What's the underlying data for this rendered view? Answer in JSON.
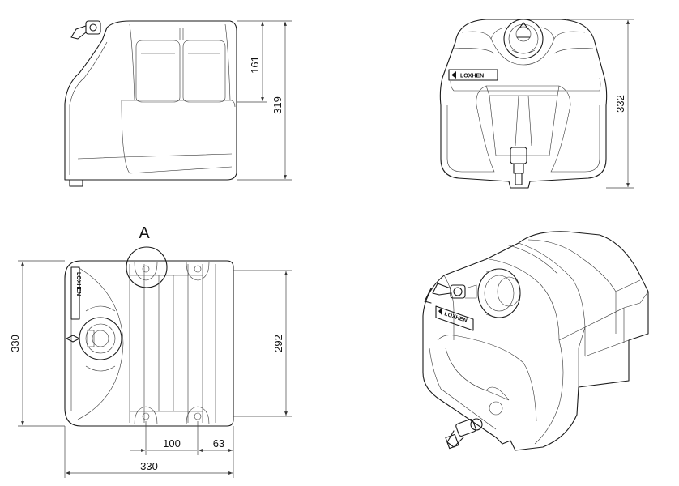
{
  "brand": {
    "logo_text": "LOXHEN"
  },
  "views": {
    "side": {
      "dims": {
        "upper_height": "161",
        "total_height": "319"
      }
    },
    "front": {
      "dims": {
        "height": "332"
      }
    },
    "top": {
      "section_label": "A",
      "dims": {
        "left_height": "330",
        "right_height": "292",
        "spacing": "100",
        "offset": "63",
        "width": "330"
      }
    }
  }
}
